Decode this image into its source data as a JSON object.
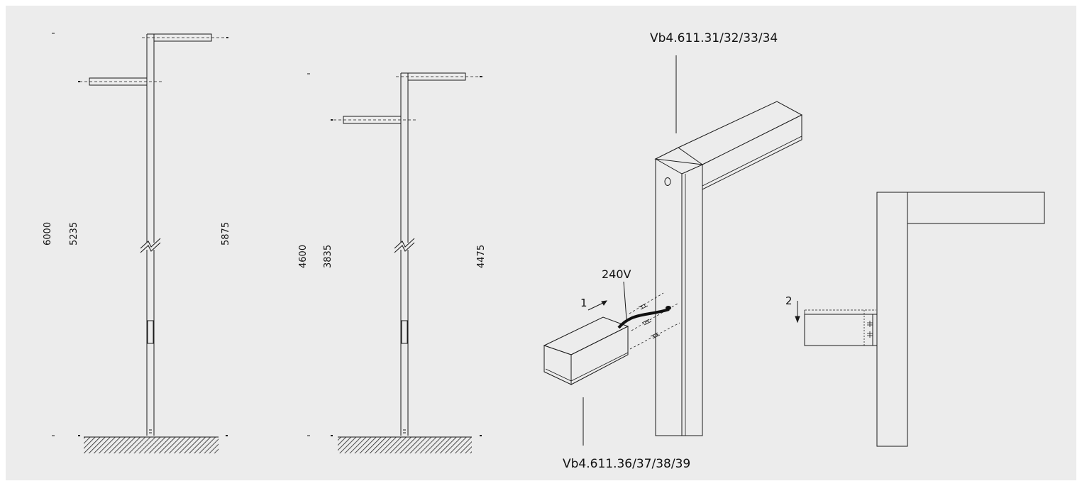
{
  "poles": [
    {
      "dimensions": {
        "total_height": "6000",
        "lower_arm": "5235",
        "upper_arm": "5875"
      }
    },
    {
      "dimensions": {
        "total_height": "4600",
        "lower_arm": "3835",
        "upper_arm": "4475"
      }
    }
  ],
  "detail": {
    "pole_code": "Vb4.611.31/32/33/34",
    "box_code": "Vb4.611.36/37/38/39",
    "voltage": "240V",
    "step_1": "1",
    "step_2": "2"
  },
  "colors": {
    "background": "#ececec",
    "line": "#1a1a1a"
  }
}
